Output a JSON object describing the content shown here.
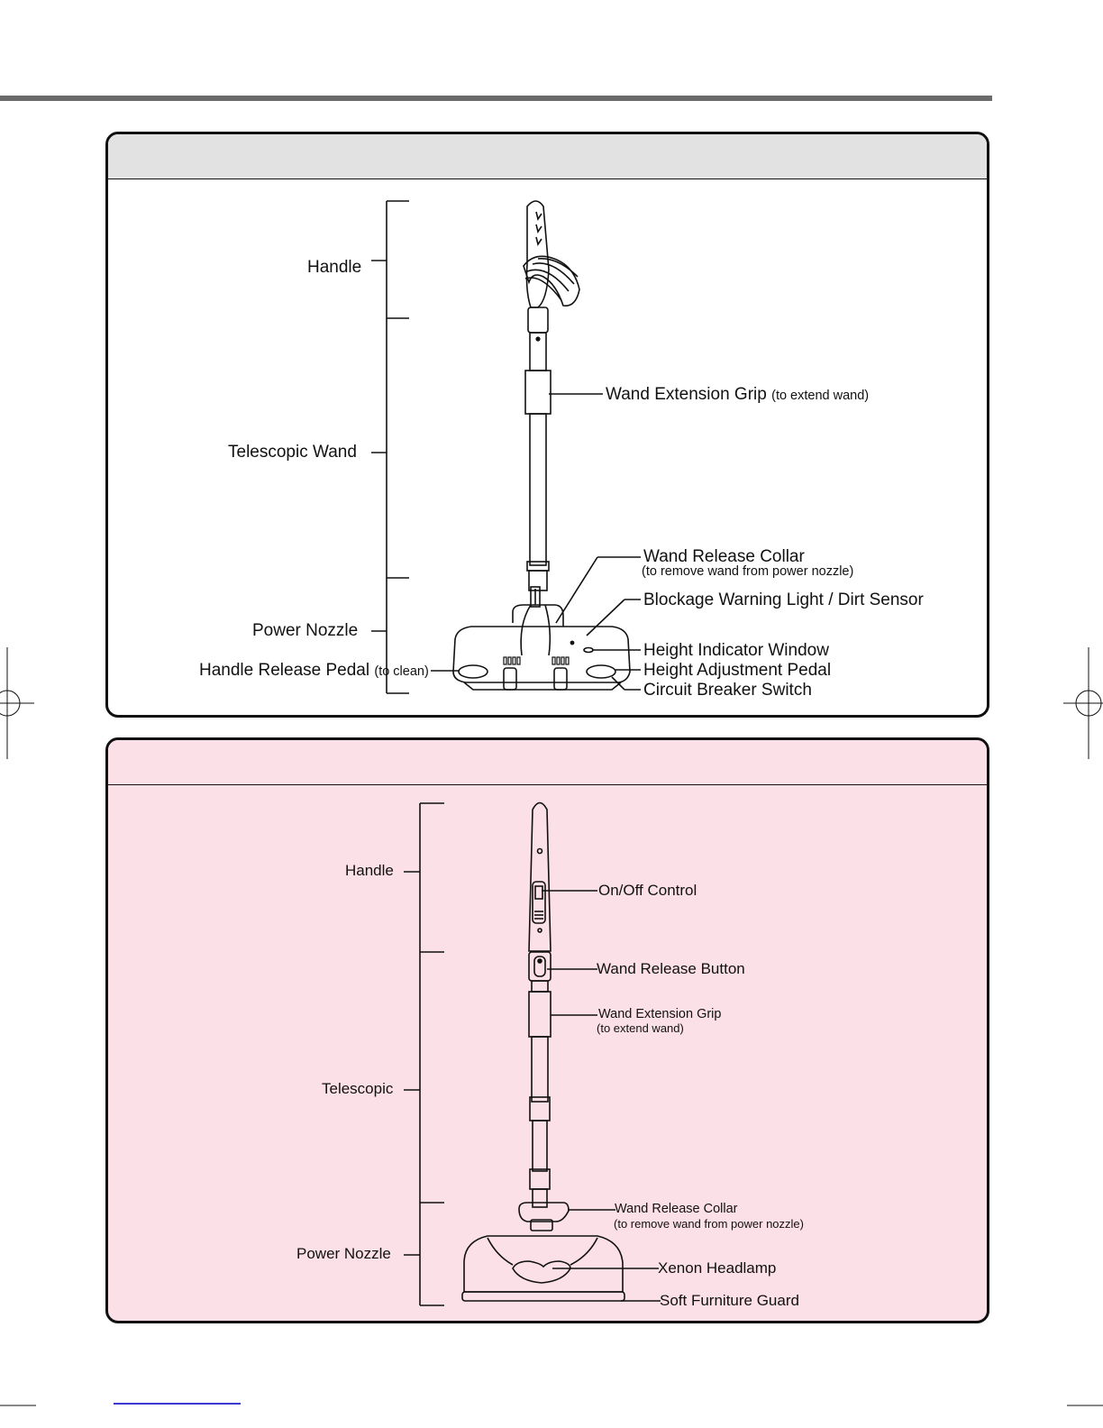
{
  "panel_1": {
    "title": "",
    "ranges": {
      "handle": "Handle",
      "telescopic_wand": "Telescopic Wand",
      "power_nozzle": "Power Nozzle"
    },
    "handle_release_pedal": {
      "label": "Handle Release Pedal",
      "note": "(to clean)"
    },
    "callouts": {
      "wand_extension_grip": {
        "label": "Wand Extension Grip",
        "note": "(to extend wand)"
      },
      "wand_release_collar": {
        "label": "Wand Release Collar",
        "note": "(to remove wand from power nozzle)"
      },
      "blockage_warning": "Blockage Warning Light / Dirt Sensor",
      "height_indicator_window": "Height Indicator Window",
      "height_adjustment_pedal": "Height Adjustment Pedal",
      "circuit_breaker_switch": "Circuit Breaker Switch"
    }
  },
  "panel_2": {
    "title": "",
    "ranges": {
      "handle": "Handle",
      "telescopic": "Telescopic",
      "power_nozzle": "Power Nozzle"
    },
    "callouts": {
      "on_off_control": "On/Off Control",
      "wand_release_button": "Wand Release Button",
      "wand_extension_grip": {
        "label": "Wand Extension Grip",
        "note": "(to extend wand)"
      },
      "wand_release_collar": {
        "label": "Wand Release Collar",
        "note": "(to remove wand from power nozzle)"
      },
      "xenon_headlamp": "Xenon Headlamp",
      "soft_furniture_guard": "Soft Furniture Guard"
    }
  },
  "colors": {
    "rule": "#6b6b6b",
    "panel_1_header": "#e2e2e2",
    "panel_2_background": "#fbe0e7",
    "outline": "#111111"
  }
}
